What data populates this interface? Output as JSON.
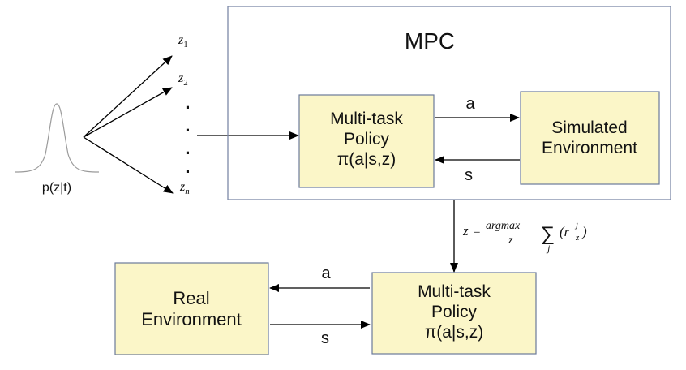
{
  "distribution": {
    "label": "p(z|t)"
  },
  "samples": {
    "z1": {
      "base": "z",
      "sub": "1"
    },
    "z2": {
      "base": "z",
      "sub": "2"
    },
    "zn": {
      "base": "z",
      "sub": "n"
    },
    "dots": [
      "·",
      "·",
      "·",
      "·"
    ]
  },
  "mpc": {
    "title": "MPC",
    "policy": {
      "line1": "Multi-task",
      "line2": "Policy",
      "line3": "π(a|s,z)"
    },
    "sim_env": {
      "line1": "Simulated",
      "line2": "Environment"
    },
    "action_label": "a",
    "state_label": "s"
  },
  "selection": {
    "lhs": "z",
    "eq": "=",
    "op": "argmax",
    "op_sub": "z",
    "sum_sub": "j",
    "term": "(r",
    "term_sup": "j",
    "term_sub": "z",
    "close": ")"
  },
  "bottom": {
    "real_env": {
      "line1": "Real",
      "line2": "Environment"
    },
    "policy": {
      "line1": "Multi-task",
      "line2": "Policy",
      "line3": "π(a|s,z)"
    },
    "action_label": "a",
    "state_label": "s"
  },
  "colors": {
    "box_fill": "#fbf6c8",
    "box_border": "#6b7a99",
    "mpc_border": "#7d89a8",
    "line": "#000000",
    "curve": "#9a9a9a"
  }
}
